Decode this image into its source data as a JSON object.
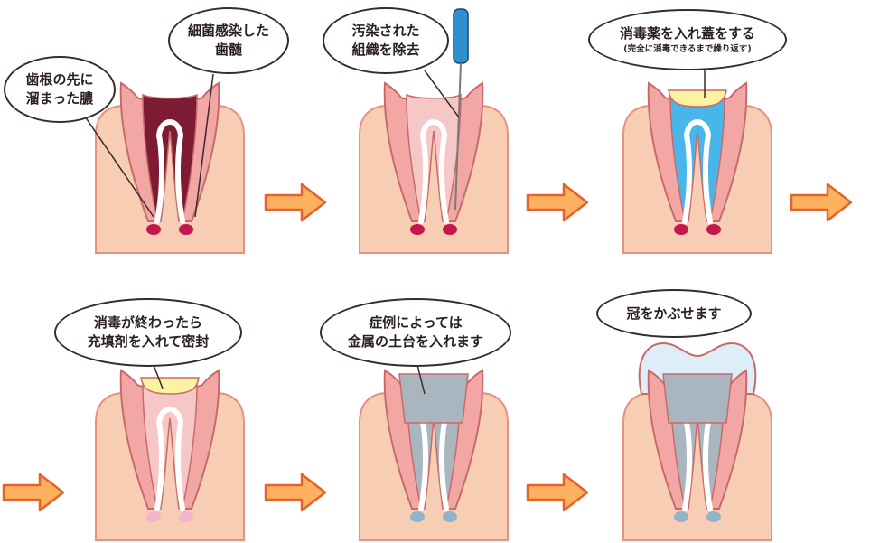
{
  "colors": {
    "gum": "#f7cdb4",
    "gum_edge": "#e88f84",
    "tooth_outer": "#f3a7a5",
    "tooth_outline": "#c96a6a",
    "pulp_infected": "#7c1b33",
    "pulp_cleaned": "#f5c7c7",
    "pulp_disinfectant": "#49b6ea",
    "filling": "#fbf3a2",
    "metal_core": "#a9b6bf",
    "crown": "#ddeef8",
    "pus": "#c4174d",
    "arrow_fill": "#fbb15f",
    "arrow_stroke": "#e7622a",
    "file_handle": "#2f8fcf"
  },
  "steps": [
    {
      "label": "step-1-infected-root",
      "bubbles": [
        {
          "lines": [
            "歯根の先に",
            "溜まった膿"
          ]
        },
        {
          "lines": [
            "細菌感染した",
            "歯髄"
          ]
        }
      ]
    },
    {
      "label": "step-2-remove-tissue",
      "bubbles": [
        {
          "lines": [
            "汚染された",
            "組織を除去"
          ]
        }
      ]
    },
    {
      "label": "step-3-disinfect",
      "bubbles": [
        {
          "lines": [
            "消毒薬を入れ蓋をする"
          ],
          "small": "(完全に消毒できるまで繰り返す)"
        }
      ]
    },
    {
      "label": "step-4-seal",
      "bubbles": [
        {
          "lines": [
            "消毒が終わったら",
            "充填剤を入れて密封"
          ]
        }
      ]
    },
    {
      "label": "step-5-metal-core",
      "bubbles": [
        {
          "lines": [
            "症例によっては",
            "金属の土台を入れます"
          ]
        }
      ]
    },
    {
      "label": "step-6-crown",
      "bubbles": [
        {
          "lines": [
            "冠をかぶせます"
          ]
        }
      ]
    }
  ]
}
